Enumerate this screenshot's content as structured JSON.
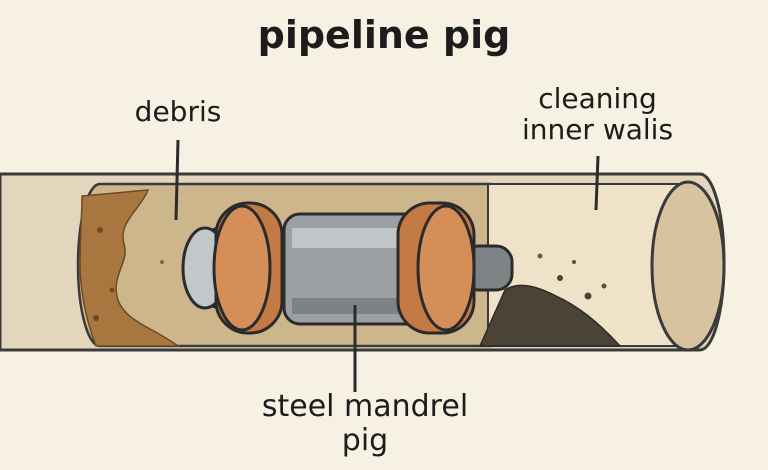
{
  "title": "pipeline pig",
  "labels": {
    "debris": "debris",
    "cleaning_line1": "cleaning",
    "cleaning_line2": "inner walis",
    "pig_line1": "steel mandrel",
    "pig_line2": "pig"
  },
  "colors": {
    "background": "#f7f1e3",
    "pipe_outer": "#e3d6bc",
    "pipe_inside": "#cdb58c",
    "debris": "#a8773f",
    "pig_body": "#9aa0a3",
    "cups": "#c47a45",
    "outline": "#2b2b2b"
  }
}
